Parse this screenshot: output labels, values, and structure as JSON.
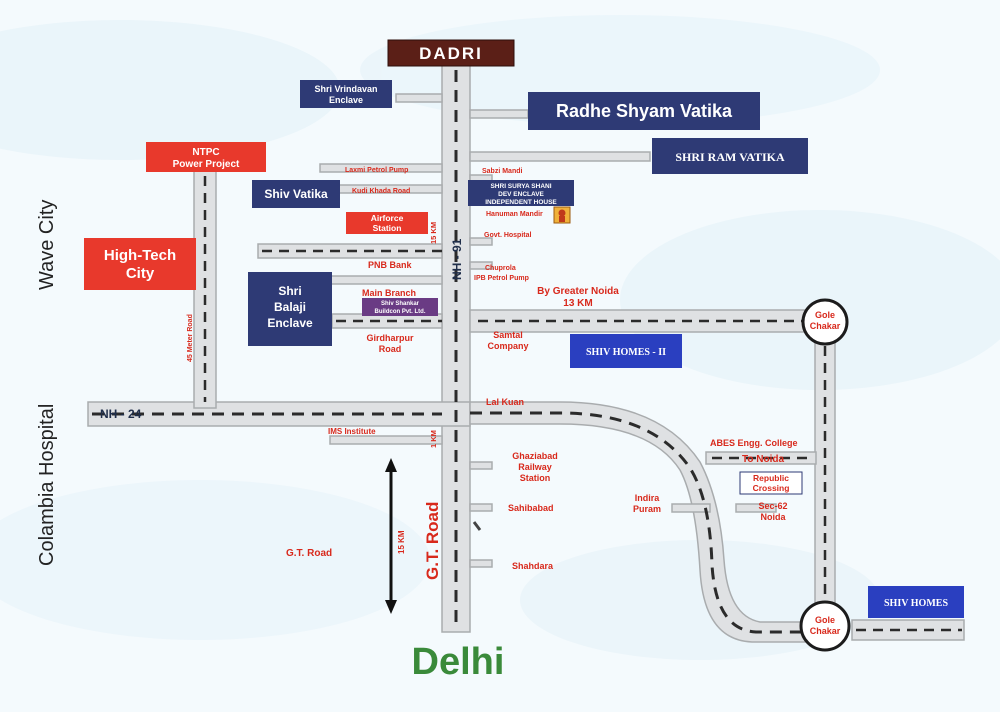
{
  "map": {
    "top_destination": "DADRI",
    "bottom_destination": "Delhi",
    "highway_main": "NH - 91",
    "highway_cross": "NH - 24",
    "side_labels": {
      "wave_city": "Wave City",
      "colambia_hospital": "Colambia Hospital"
    },
    "boxes": {
      "shri_vrindavan": [
        "Shri Vrindavan",
        "Enclave"
      ],
      "radhe_shyam": "Radhe Shyam Vatika",
      "shri_ram": "SHRI RAM VATIKA",
      "ntpc": [
        "NTPC",
        "Power Project"
      ],
      "shiv_vatika": "Shiv Vatika",
      "surya_shani": [
        "SHRI SURYA SHANI",
        "DEV ENCLAVE",
        "INDEPENDENT HOUSE"
      ],
      "airforce": [
        "Airforce",
        "Station"
      ],
      "high_tech": [
        "High-Tech",
        "City"
      ],
      "shri_balaji": [
        "Shri",
        "Balaji",
        "Enclave"
      ],
      "shiv_shankar": [
        "Shiv Shankar",
        "Buildcon Pvt. Ltd."
      ],
      "shiv_homes_2": "SHIV HOMES - II",
      "republic_crossing": [
        "Republic",
        "Crossing"
      ],
      "shiv_homes": "SHIV HOMES"
    },
    "places": {
      "laxmi_petrol": "Laxmi Petrol Pump",
      "kudi_khada": "Kudi Khada Road",
      "sabzi_mandi": "Sabzi Mandi",
      "hanuman_mandir": "Hanuman Mandir",
      "govt_hospital": "Govt. Hospital",
      "km_15_top": "15 KM",
      "pnb_bank": "PNB Bank",
      "chuprola": "Chuprola",
      "ipb_petrol": "IPB Petrol Pump",
      "main_branch": "Main Branch",
      "greater_noida": [
        "By Greater Noida",
        "13 KM"
      ],
      "gole_chakar": [
        "Gole",
        "Chakar"
      ],
      "samtal": [
        "Samtal",
        "Company"
      ],
      "girdharpur": [
        "Girdharpur",
        "Road"
      ],
      "meter_road_45": "45 Meter Road",
      "lal_kuan": "Lal Kuan",
      "ims": "IMS Institute",
      "km_1": "1 KM",
      "abes": "ABES Engg. College",
      "to_noida": "To Noida",
      "ghaziabad_station": [
        "Ghaziabad",
        "Railway",
        "Station"
      ],
      "indira_puram": [
        "Indira",
        "Puram"
      ],
      "sec62": [
        "Sec-62",
        "Noida"
      ],
      "sahibabad": "Sahibabad",
      "km_15_bottom": "15 KM",
      "gt_road_vertical": "G.T. Road",
      "gt_road_left": "G.T. Road",
      "shahdara": "Shahdara"
    }
  }
}
